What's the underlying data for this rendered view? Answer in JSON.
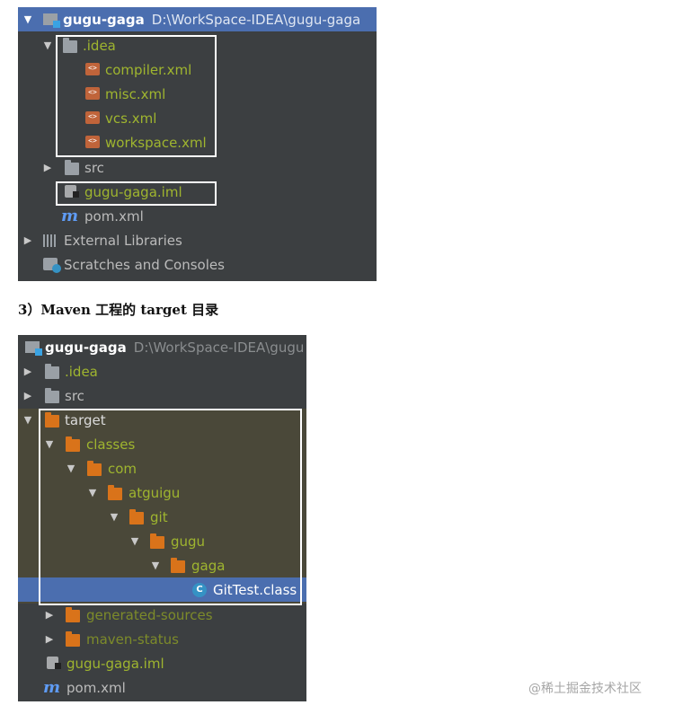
{
  "top_tree": {
    "project_name": "gugu-gaga",
    "project_path": "D:\\WorkSpace-IDEA\\gugu-gaga",
    "idea_folder": ".idea",
    "idea_files": [
      "compiler.xml",
      "misc.xml",
      "vcs.xml",
      "workspace.xml"
    ],
    "src_folder": "src",
    "iml_file": "gugu-gaga.iml",
    "pom_file": "pom.xml",
    "external_libraries": "External Libraries",
    "scratches": "Scratches and Consoles"
  },
  "section_heading": "3）Maven 工程的 target 目录",
  "bottom_tree": {
    "project_name": "gugu-gaga",
    "project_path": "D:\\WorkSpace-IDEA\\gugu",
    "idea_folder": ".idea",
    "src_folder": "src",
    "target_folder": "target",
    "target_path": [
      "classes",
      "com",
      "atguigu",
      "git",
      "gugu",
      "gaga"
    ],
    "class_file": "GitTest.class",
    "generated_sources": "generated-sources",
    "maven_status": "maven-status",
    "iml_file": "gugu-gaga.iml",
    "pom_file": "pom.xml"
  },
  "watermark": "@稀土掘金技术社区",
  "colors": {
    "panel_bg": "#3c3f41",
    "selection": "#4b6eaf",
    "vcs_added_green": "#9fb52f",
    "folder_orange": "#d9731a",
    "highlight_box": "#ffffff"
  }
}
